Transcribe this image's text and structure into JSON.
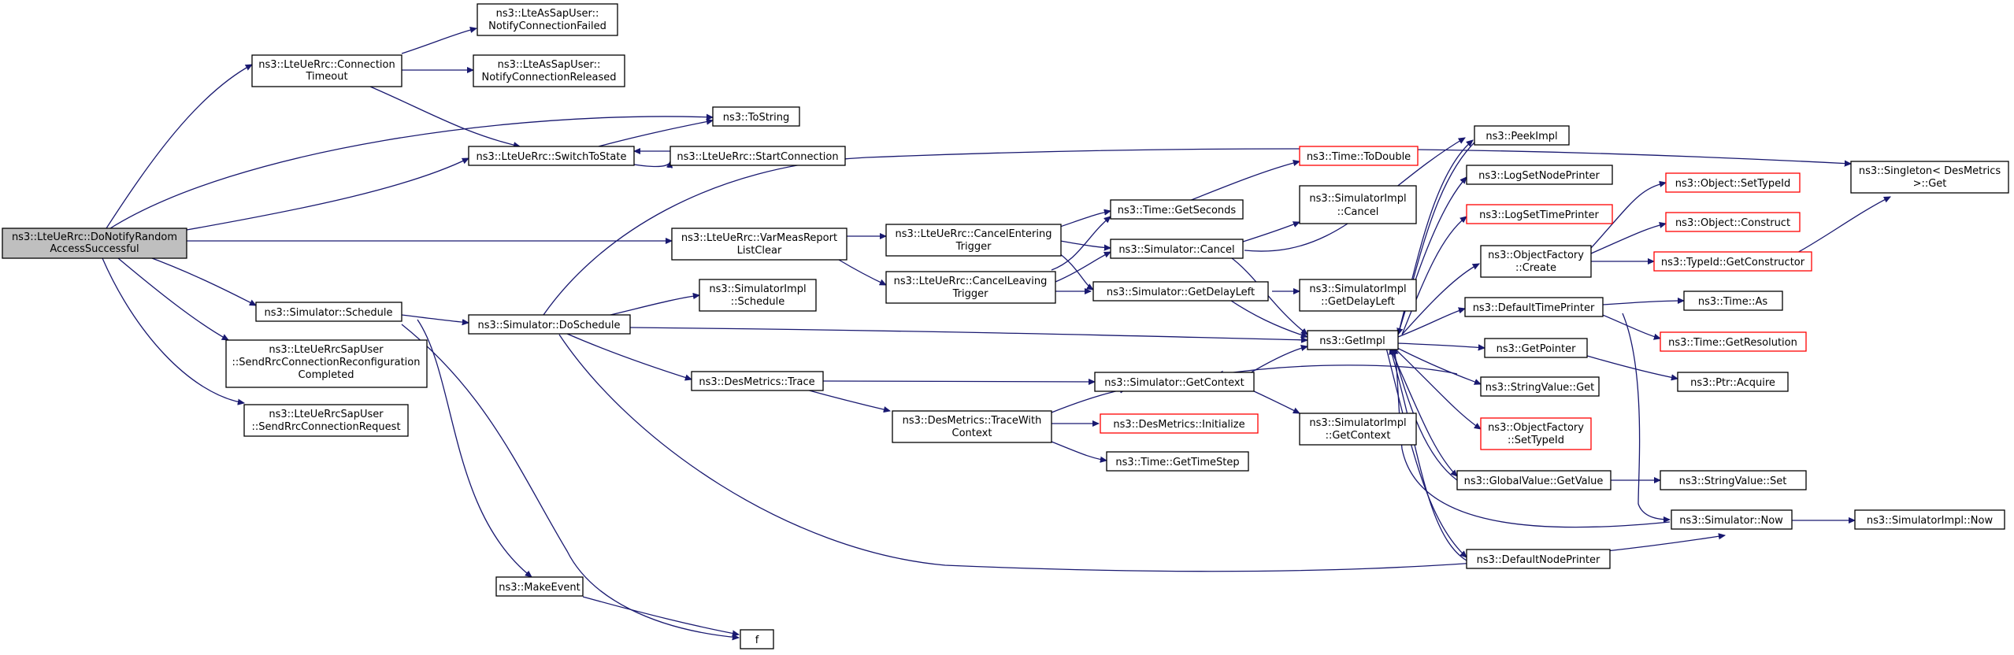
{
  "colors": {
    "edge": "#191970",
    "start_fill": "#bfbfbf",
    "node_border": "#000000",
    "truncated_border": "#ff0000",
    "background": "#ffffff"
  },
  "nodes": {
    "DoNotifyRandom": {
      "lines": [
        "ns3::LteUeRrc::DoNotifyRandom",
        "AccessSuccessful"
      ]
    },
    "ConnectionTimeout": {
      "lines": [
        "ns3::LteUeRrc::Connection",
        "Timeout"
      ]
    },
    "NotifyConnectionFailed": {
      "lines": [
        "ns3::LteAsSapUser::",
        "NotifyConnectionFailed"
      ]
    },
    "NotifyConnectionReleased": {
      "lines": [
        "ns3::LteAsSapUser::",
        "NotifyConnectionReleased"
      ]
    },
    "ToString": {
      "lines": [
        "ns3::ToString"
      ]
    },
    "SwitchToState": {
      "lines": [
        "ns3::LteUeRrc::SwitchToState"
      ]
    },
    "StartConnection": {
      "lines": [
        "ns3::LteUeRrc::StartConnection"
      ]
    },
    "VarMeasReport": {
      "lines": [
        "ns3::LteUeRrc::VarMeasReport",
        "ListClear"
      ]
    },
    "CancelEntering": {
      "lines": [
        "ns3::LteUeRrc::CancelEntering",
        "Trigger"
      ]
    },
    "CancelLeaving": {
      "lines": [
        "ns3::LteUeRrc::CancelLeaving",
        "Trigger"
      ]
    },
    "TimeToDouble": {
      "lines": [
        "ns3::Time::ToDouble"
      ]
    },
    "GetSeconds": {
      "lines": [
        "ns3::Time::GetSeconds"
      ]
    },
    "SimulatorCancel": {
      "lines": [
        "ns3::Simulator::Cancel"
      ]
    },
    "SimImplCancel": {
      "lines": [
        "ns3::SimulatorImpl",
        "::Cancel"
      ]
    },
    "GetDelayLeft": {
      "lines": [
        "ns3::Simulator::GetDelayLeft"
      ]
    },
    "SimImplGetDelayLeft": {
      "lines": [
        "ns3::SimulatorImpl",
        "::GetDelayLeft"
      ]
    },
    "Schedule": {
      "lines": [
        "ns3::Simulator::Schedule"
      ]
    },
    "DoSchedule": {
      "lines": [
        "ns3::Simulator::DoSchedule"
      ]
    },
    "SimImplSchedule": {
      "lines": [
        "ns3::SimulatorImpl",
        "::Schedule"
      ]
    },
    "SendRrcReconfig": {
      "lines": [
        "ns3::LteUeRrcSapUser",
        "::SendRrcConnectionReconfiguration",
        "Completed"
      ]
    },
    "SendRrcRequest": {
      "lines": [
        "ns3::LteUeRrcSapUser",
        "::SendRrcConnectionRequest"
      ]
    },
    "DesTrace": {
      "lines": [
        "ns3::DesMetrics::Trace"
      ]
    },
    "TraceWithContext": {
      "lines": [
        "ns3::DesMetrics::TraceWith",
        "Context"
      ]
    },
    "DesInitialize": {
      "lines": [
        "ns3::DesMetrics::Initialize"
      ]
    },
    "GetContext": {
      "lines": [
        "ns3::Simulator::GetContext"
      ]
    },
    "SimImplGetContext": {
      "lines": [
        "ns3::SimulatorImpl",
        "::GetContext"
      ]
    },
    "GetTimeStep": {
      "lines": [
        "ns3::Time::GetTimeStep"
      ]
    },
    "GetImpl": {
      "lines": [
        "ns3::GetImpl"
      ]
    },
    "MakeEvent": {
      "lines": [
        "ns3::MakeEvent"
      ]
    },
    "f": {
      "lines": [
        "f"
      ]
    },
    "PeekImpl": {
      "lines": [
        "ns3::PeekImpl"
      ]
    },
    "LogSetNodePrinter": {
      "lines": [
        "ns3::LogSetNodePrinter"
      ]
    },
    "LogSetTimePrinter": {
      "lines": [
        "ns3::LogSetTimePrinter"
      ]
    },
    "ObjectFactoryCreate": {
      "lines": [
        "ns3::ObjectFactory",
        "::Create"
      ]
    },
    "DefaultTimePrinter": {
      "lines": [
        "ns3::DefaultTimePrinter"
      ]
    },
    "GetPointer": {
      "lines": [
        "ns3::GetPointer"
      ]
    },
    "StringValueGet": {
      "lines": [
        "ns3::StringValue::Get"
      ]
    },
    "ObjectFactorySetTypeId": {
      "lines": [
        "ns3::ObjectFactory",
        "::SetTypeId"
      ]
    },
    "GlobalValueGetValue": {
      "lines": [
        "ns3::GlobalValue::GetValue"
      ]
    },
    "DefaultNodePrinter": {
      "lines": [
        "ns3::DefaultNodePrinter"
      ]
    },
    "ObjectSetTypeId": {
      "lines": [
        "ns3::Object::SetTypeId"
      ]
    },
    "ObjectConstruct": {
      "lines": [
        "ns3::Object::Construct"
      ]
    },
    "GetConstructor": {
      "lines": [
        "ns3::TypeId::GetConstructor"
      ]
    },
    "TimeAs": {
      "lines": [
        "ns3::Time::As"
      ]
    },
    "GetResolution": {
      "lines": [
        "ns3::Time::GetResolution"
      ]
    },
    "PtrAcquire": {
      "lines": [
        "ns3::Ptr::Acquire"
      ]
    },
    "StringValueSet": {
      "lines": [
        "ns3::StringValue::Set"
      ]
    },
    "SimulatorNow": {
      "lines": [
        "ns3::Simulator::Now"
      ]
    },
    "SimImplNow": {
      "lines": [
        "ns3::SimulatorImpl::Now"
      ]
    },
    "Singleton": {
      "lines": [
        "ns3::Singleton< DesMetrics",
        ">::Get"
      ]
    }
  }
}
